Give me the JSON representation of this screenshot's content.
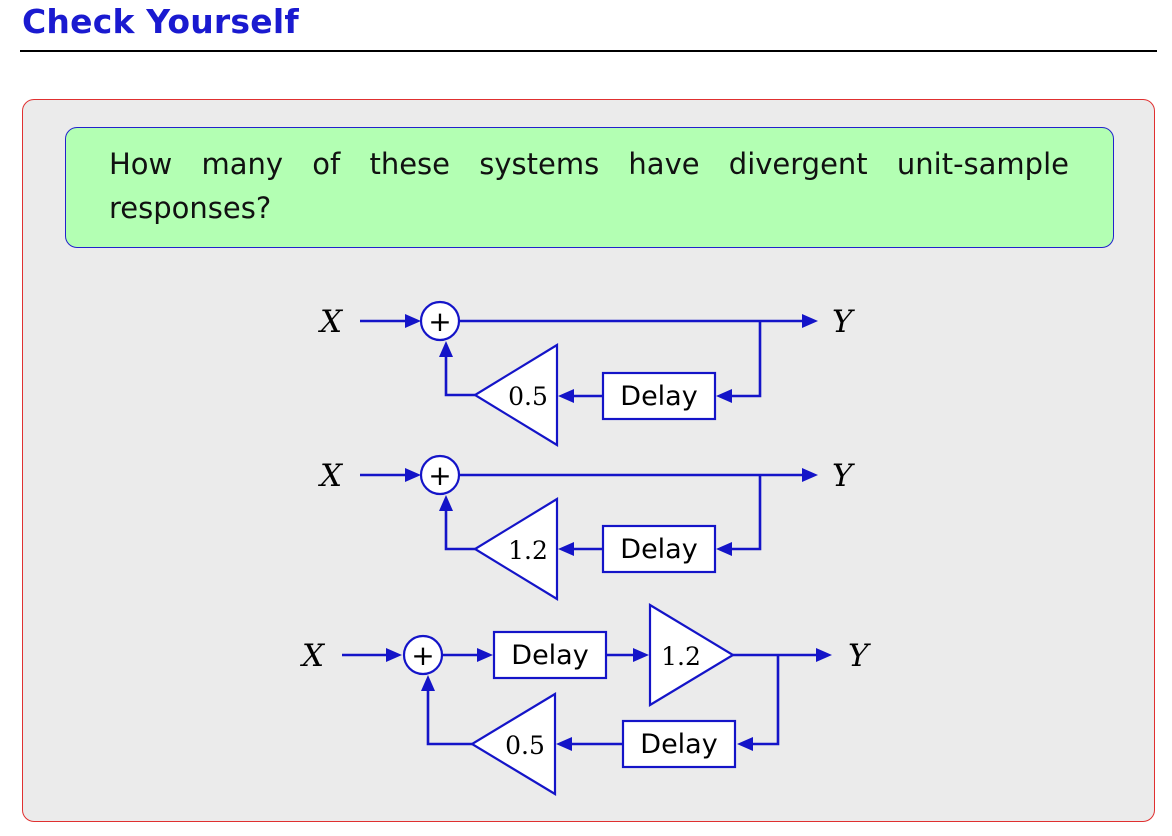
{
  "header": {
    "title": "Check Yourself"
  },
  "question": {
    "text": "How many of these systems have divergent unit-sample responses?"
  },
  "diagrams": [
    {
      "input": "X",
      "output": "Y",
      "adder": "+",
      "delays": [
        "Delay"
      ],
      "gains": [
        "0.5"
      ]
    },
    {
      "input": "X",
      "output": "Y",
      "adder": "+",
      "delays": [
        "Delay"
      ],
      "gains": [
        "1.2"
      ]
    },
    {
      "input": "X",
      "output": "Y",
      "adder": "+",
      "delays": [
        "Delay",
        "Delay"
      ],
      "gains": [
        "1.2",
        "0.5"
      ]
    }
  ],
  "colors": {
    "title": "#1a1ad0",
    "wire": "#1414c8",
    "outer_border": "#e03030",
    "outer_fill": "#ebebeb",
    "question_border": "#2222cc",
    "question_fill": "#b3ffb3"
  }
}
